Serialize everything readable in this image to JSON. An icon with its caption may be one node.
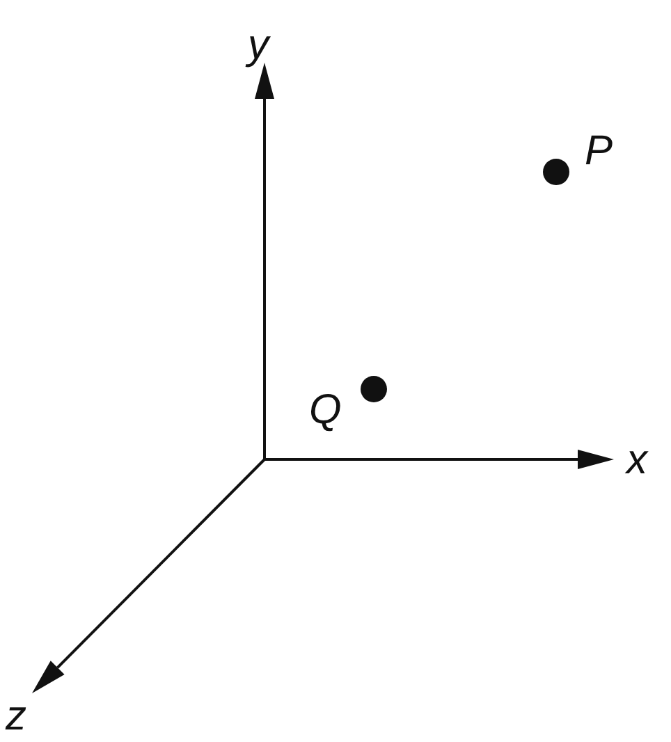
{
  "diagram": {
    "nodes": [
      {
        "text": [],
        "shape": "circle",
        "beside": [
          "P"
        ]
      },
      {
        "text": [],
        "shape": "circle",
        "beside": [
          "Q"
        ]
      }
    ],
    "labels": [
      "y",
      "x",
      "z"
    ]
  }
}
